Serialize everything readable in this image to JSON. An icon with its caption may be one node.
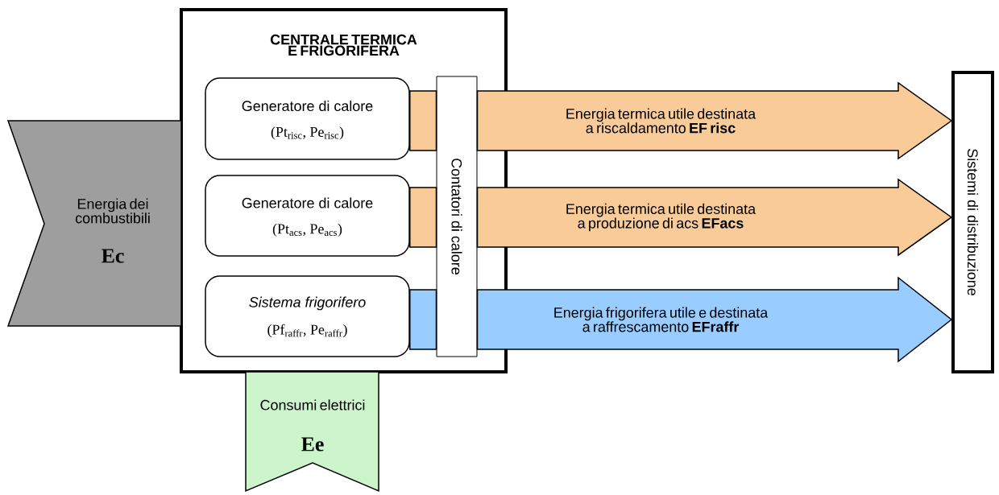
{
  "diagram": {
    "nodes": [
      {
        "text": [
          "CENTRALE TERMICA E FRIGORIFERA"
        ]
      },
      {
        "text": [
          "Generatore di calore",
          "(Pt$_{risc}$, Pe$_{risc}$)"
        ],
        "in": 0
      },
      {
        "text": [
          "Generatore di calore",
          "(Pt$_{acs}$, Pe$_{acs}$)"
        ],
        "in": 0
      },
      {
        "text": [
          "Sistema frigorifero",
          "(Pf$_{raffr}$, Pe$_{raffr}$)"
        ],
        "in": 0
      },
      {
        "text": [
          "Contatori di calore"
        ],
        "in": 0
      },
      {
        "text": [
          "Sistemi di distribuzione"
        ]
      },
      {
        "text": [
          "Energia dei combustibili",
          "Ec"
        ]
      },
      {
        "text": [
          "Consumi elettrici",
          "Ee"
        ]
      }
    ],
    "edges": [
      {
        "from": 1,
        "to": 5,
        "arrow": "to",
        "label": "Energia termica utile destinata a riscaldamento **EF risc**"
      },
      {
        "from": 2,
        "to": 5,
        "arrow": "to",
        "label": "Energia termica utile destinata a produzione di acs **EFacs**"
      },
      {
        "from": 3,
        "to": 5,
        "arrow": "to",
        "label": "Energia frigorifera utile e destinata a raffrescamento **EFraffr**",
        "color": "#99ccff"
      }
    ]
  }
}
